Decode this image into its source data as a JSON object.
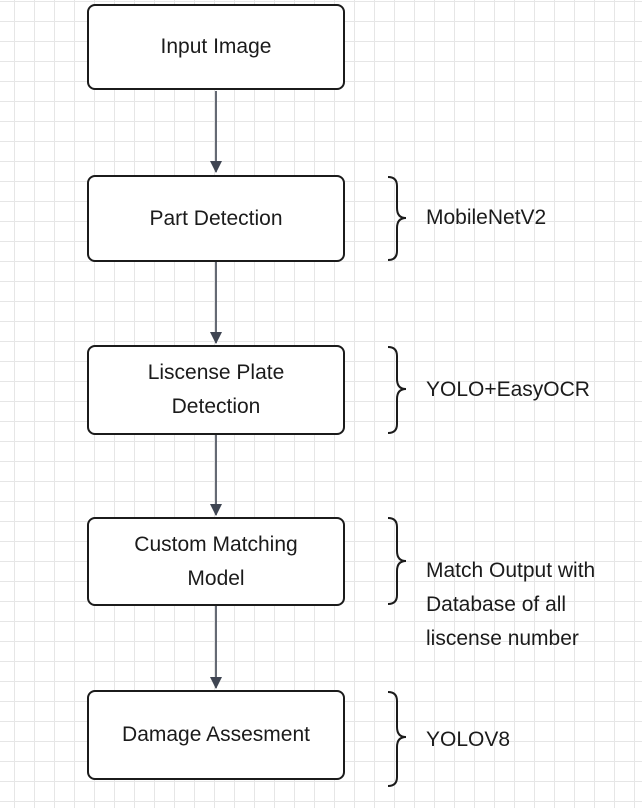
{
  "diagram": {
    "nodes": [
      {
        "id": "input-image",
        "label": "Input Image"
      },
      {
        "id": "part-detection",
        "label": "Part Detection"
      },
      {
        "id": "license-plate-detection",
        "label": "Liscense Plate\nDetection"
      },
      {
        "id": "custom-matching-model",
        "label": "Custom Matching\nModel"
      },
      {
        "id": "damage-assessment",
        "label": "Damage Assesment"
      }
    ],
    "edges": [
      {
        "from": "input-image",
        "to": "part-detection"
      },
      {
        "from": "part-detection",
        "to": "license-plate-detection"
      },
      {
        "from": "license-plate-detection",
        "to": "custom-matching-model"
      },
      {
        "from": "custom-matching-model",
        "to": "damage-assessment"
      }
    ],
    "annotations": [
      {
        "target": "part-detection",
        "text": "MobileNetV2"
      },
      {
        "target": "license-plate-detection",
        "text": "YOLO+EasyOCR"
      },
      {
        "target": "custom-matching-model",
        "text": "Match Output with\nDatabase of all\nliscense number"
      },
      {
        "target": "damage-assessment",
        "text": "YOLOV8"
      }
    ]
  }
}
